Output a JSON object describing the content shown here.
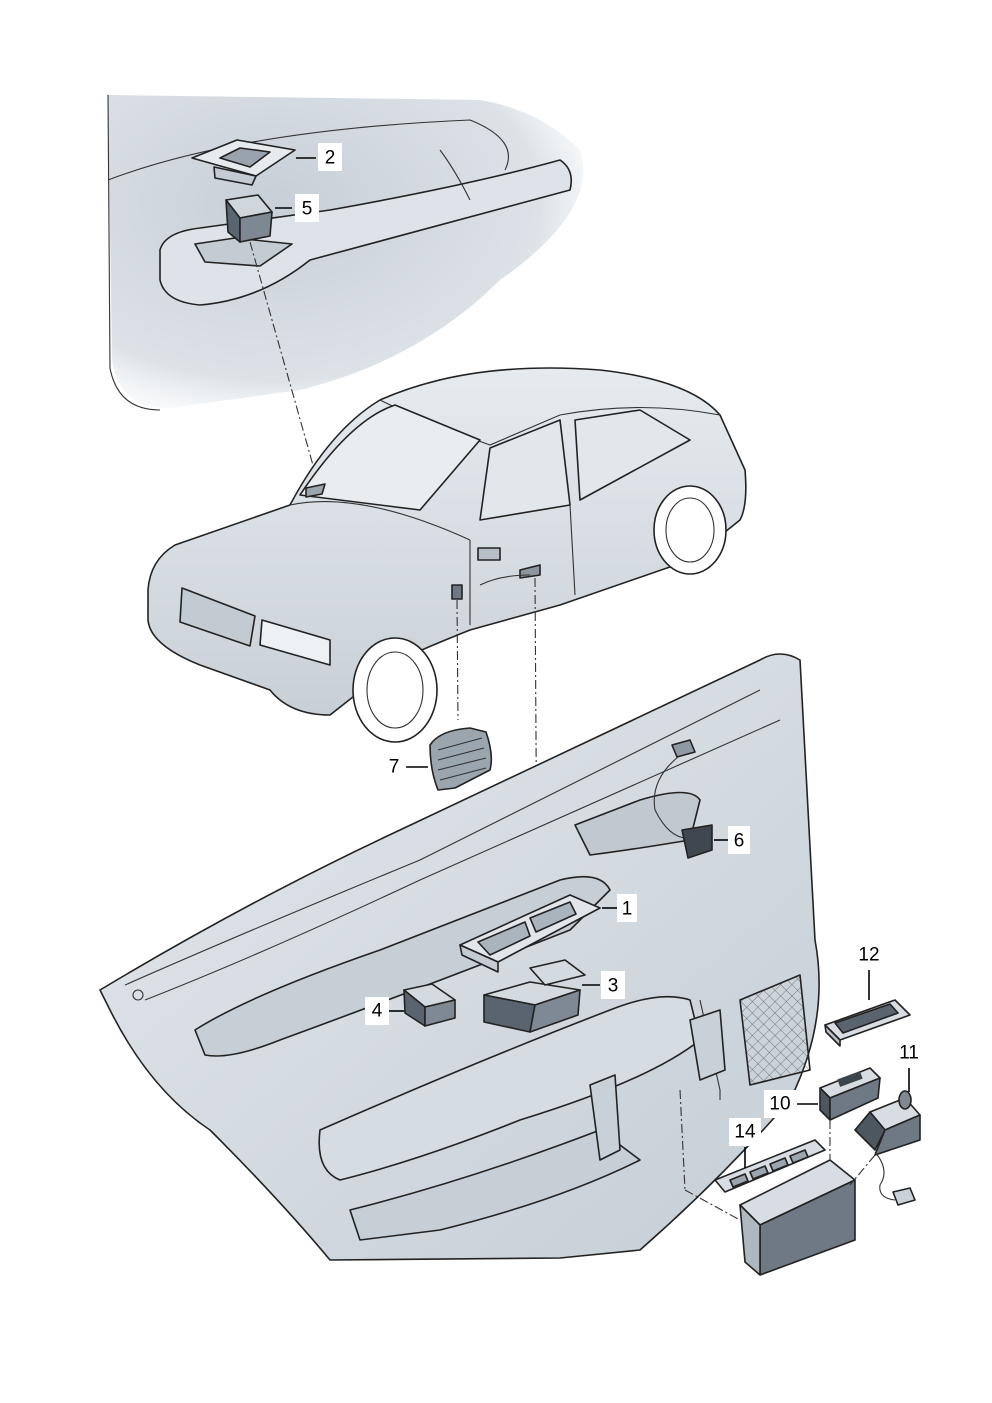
{
  "diagram": {
    "callouts": [
      {
        "id": "1",
        "label": "1"
      },
      {
        "id": "2",
        "label": "2"
      },
      {
        "id": "3",
        "label": "3"
      },
      {
        "id": "4",
        "label": "4"
      },
      {
        "id": "5",
        "label": "5"
      },
      {
        "id": "6",
        "label": "6"
      },
      {
        "id": "7",
        "label": "7"
      },
      {
        "id": "10",
        "label": "10"
      },
      {
        "id": "11",
        "label": "11"
      },
      {
        "id": "12",
        "label": "12"
      },
      {
        "id": "14",
        "label": "14"
      }
    ],
    "parts": [
      {
        "callout": "1",
        "icon": "window-switch-panel-icon"
      },
      {
        "callout": "2",
        "icon": "switch-bezel-icon"
      },
      {
        "callout": "3",
        "icon": "double-window-switch-icon"
      },
      {
        "callout": "4",
        "icon": "single-window-switch-icon"
      },
      {
        "callout": "5",
        "icon": "rear-window-switch-icon"
      },
      {
        "callout": "6",
        "icon": "door-handle-switch-harness-icon"
      },
      {
        "callout": "7",
        "icon": "door-contact-switch-icon"
      },
      {
        "callout": "10",
        "icon": "control-unit-icon"
      },
      {
        "callout": "11",
        "icon": "mirror-adjust-switch-icon"
      },
      {
        "callout": "12",
        "icon": "courtesy-light-icon"
      },
      {
        "callout": "14",
        "icon": "memory-button-strip-icon"
      }
    ],
    "colors": {
      "line": "#222222",
      "panel_fill": "#d6dde3",
      "panel_shade": "#b9c3cc",
      "part_fill": "#c9d1d8",
      "part_dark": "#56606a"
    }
  }
}
